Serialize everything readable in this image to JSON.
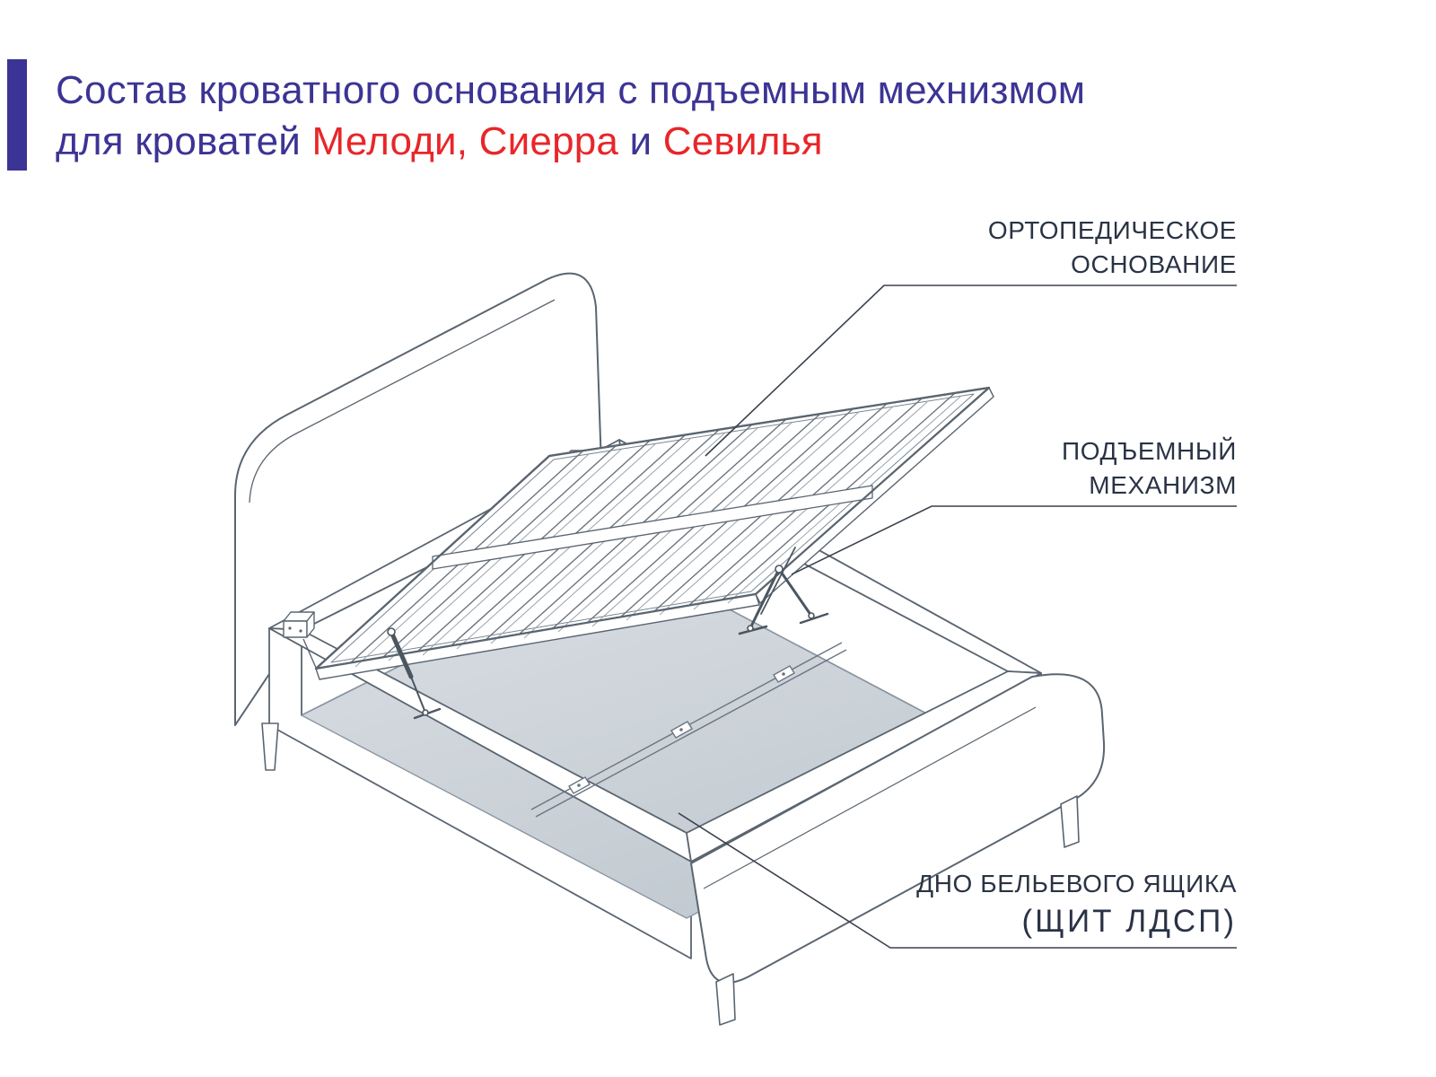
{
  "title": {
    "line1": "Состав кроватного основания с подъемным мехнизмом",
    "line2_prefix": "для кроватей ",
    "line2_red1": "Мелоди, Сиерра",
    "line2_mid": " и ",
    "line2_red2": "Севилья"
  },
  "labels": {
    "orthopedic_line1": "ОРТОПЕДИЧЕСКОЕ",
    "orthopedic_line2": "ОСНОВАНИЕ",
    "lift_line1": "ПОДЪЕМНЫЙ",
    "lift_line2": "МЕХАНИЗМ",
    "bottom_line1": "ДНО БЕЛЬЕВОГО ЯЩИКА",
    "bottom_line2": "(ЩИТ ЛДСП)"
  },
  "colors": {
    "title_indigo": "#3c3494",
    "title_red": "#e8262a",
    "label_text": "#2a3345",
    "line_art": "#5a6570",
    "panel_gray": "#ccd4da"
  }
}
